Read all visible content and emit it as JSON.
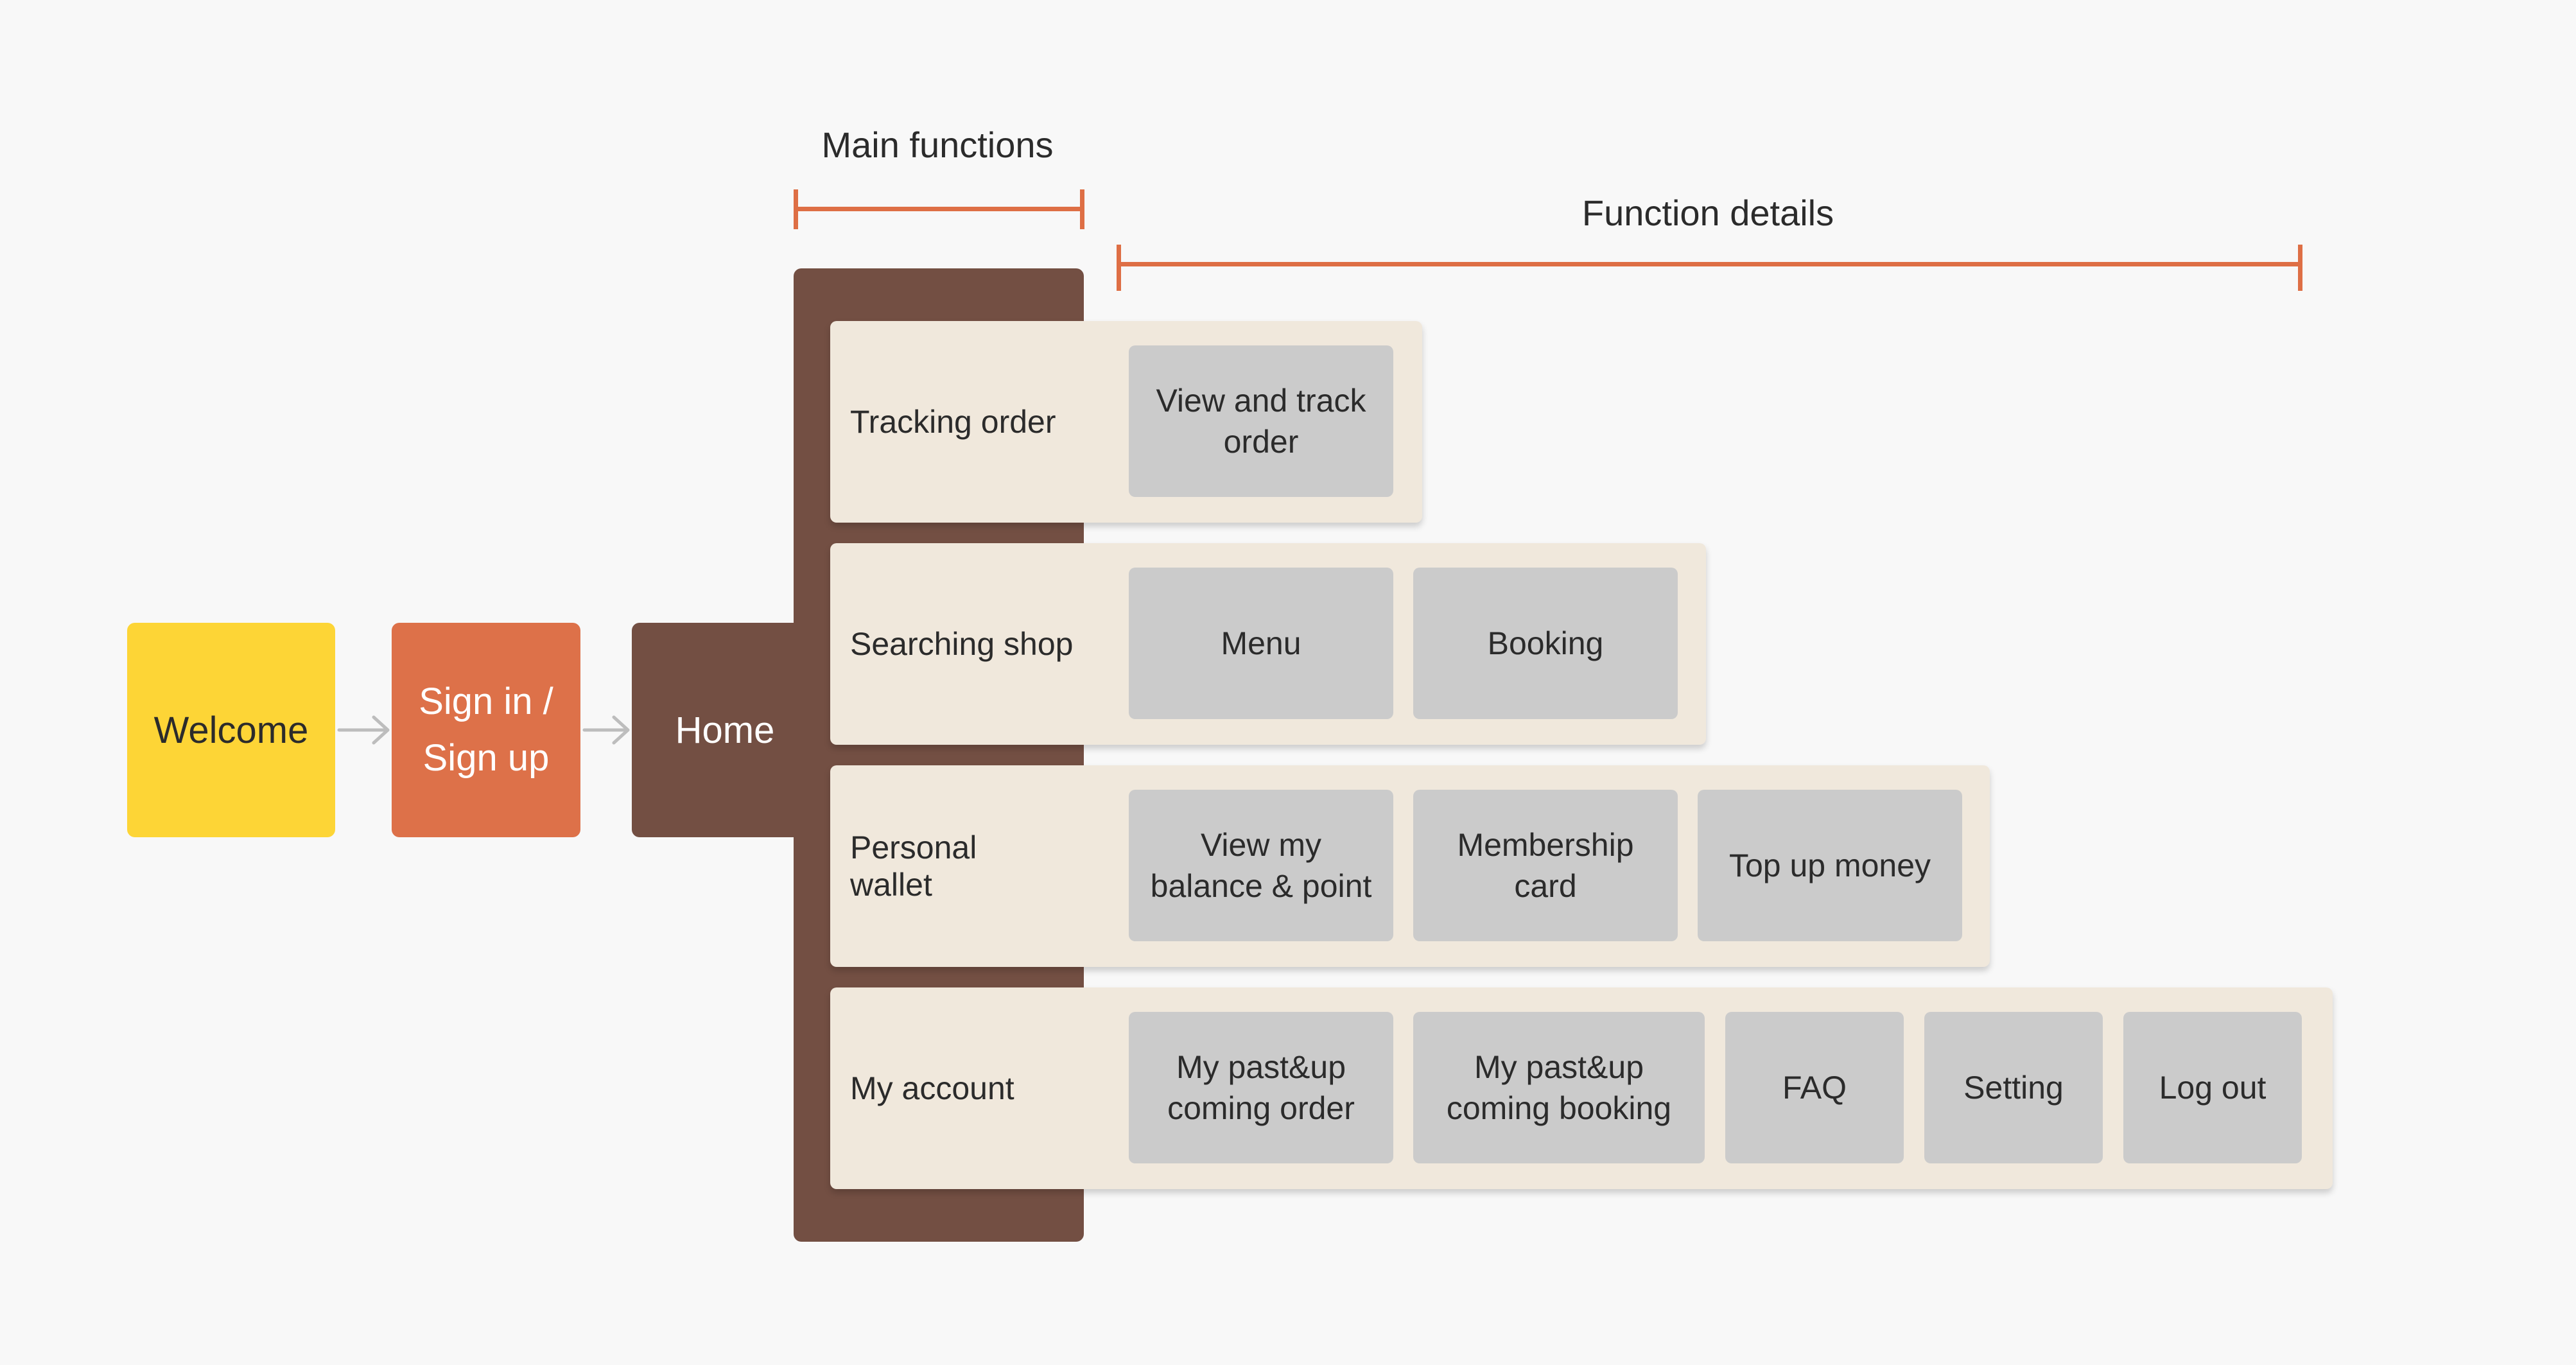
{
  "headers": {
    "main_functions": "Main functions",
    "function_details": "Function details"
  },
  "flow": {
    "welcome": "Welcome",
    "signin_line1": "Sign in /",
    "signin_line2": "Sign up",
    "home": "Home"
  },
  "rows": [
    {
      "label": "Tracking order",
      "details": [
        "View and track\norder"
      ]
    },
    {
      "label": "Searching shop",
      "details": [
        "Menu",
        "Booking"
      ]
    },
    {
      "label_line1": "Personal",
      "label_line2": "wallet",
      "details": [
        "View my\nbalance & point",
        "Membership\ncard",
        "Top up money"
      ]
    },
    {
      "label": "My account",
      "details": [
        "My past&up\ncoming order",
        "My past&up\ncoming booking",
        "FAQ",
        "Setting",
        "Log out"
      ]
    }
  ],
  "colors": {
    "accent": "#de6f45",
    "welcome": "#fdd536",
    "signin": "#dd7149",
    "home": "#734f43",
    "card": "#f0e8dc",
    "detail": "#cbcbcb"
  }
}
